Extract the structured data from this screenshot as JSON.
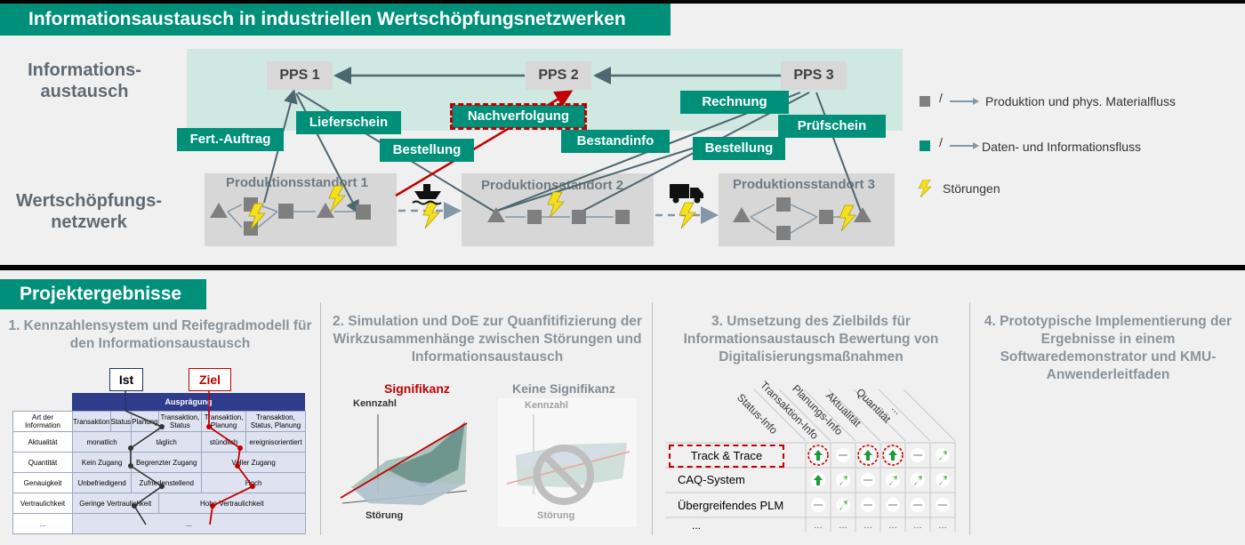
{
  "top": {
    "title": "Informationsaustausch in industriellen Wertschöpfungsnetzwerken",
    "left_label_info": "Informations-austausch",
    "left_label_net": "Wertschöpfungs-netzwerk",
    "pps": [
      "PPS 1",
      "PPS 2",
      "PPS 3"
    ],
    "flows": {
      "fert_auftrag": "Fert.-Auftrag",
      "lieferschein": "Lieferschein",
      "bestellung1": "Bestellung",
      "nachverfolgung": "Nachverfolgung",
      "bestandinfo": "Bestandinfo",
      "rechnung": "Rechnung",
      "bestellung2": "Bestellung",
      "pruefschein": "Prüfschein"
    },
    "sites": [
      "Produktionsstandort 1",
      "Produktionsstandort 2",
      "Produktionsstandort 3"
    ],
    "legend": [
      {
        "sep": "/",
        "text": "Produktion und phys. Materialfluss",
        "color": "#7f7f7f"
      },
      {
        "sep": "/",
        "text": "Daten- und Informationsfluss",
        "color": "#00907a"
      },
      {
        "sep": "",
        "text": "Störungen",
        "color": "#f5e01c"
      }
    ]
  },
  "bottom": {
    "title": "Projektergebnisse",
    "col1": {
      "heading": "1. Kennzahlensystem und Reifegradmodell für den Informationsaustausch",
      "ist": "Ist",
      "ziel": "Ziel",
      "auspraegung": "Ausprägung",
      "header_row": [
        "Art der Information",
        "Transaktion",
        "Status",
        "Planung",
        "Transaktion, Status",
        "Transaktion, Planung",
        "Transaktion, Status, Planung"
      ],
      "rows": [
        [
          "Aktualität",
          "monatlich",
          "täglich",
          "stündlich",
          "ereignisorientiert"
        ],
        [
          "Quantität",
          "Kein Zugang",
          "Begrenzter Zugang",
          "Voller Zugang"
        ],
        [
          "Genauigkeit",
          "Unbefriedigend",
          "Zufriedenstellend",
          "Hoch"
        ],
        [
          "Vertraulichkeit",
          "Geringe Vertraulichkeit",
          "Hohe Vertraulichkeit"
        ],
        [
          "...",
          "..."
        ]
      ]
    },
    "col2": {
      "heading": "2. Simulation und DoE zur Quanfitifizierung der Wirkzusammenhänge zwischen Störungen und Informationsaustausch",
      "signifikanz": "Signifikanz",
      "keine": "Keine Signifikanz",
      "kennzahl": "Kennzahl",
      "stoerung": "Störung"
    },
    "col3": {
      "heading": "3. Umsetzung des Zielbilds für Informationsaustausch Bewertung von Digitalisierungsmaßnahmen",
      "diag_labels": [
        "Status-Info",
        "Transaktion-Info",
        "Planungs-Info",
        "Aktualität",
        "Quantität",
        "..."
      ],
      "rows": [
        "Track & Trace",
        "CAQ-System",
        "Übergreifendes PLM",
        "..."
      ]
    },
    "col4": {
      "heading": "4. Prototypische Implementierung der Ergebnisse in einem Softwaredemonstrator und KMU-Anwenderleitfaden"
    }
  }
}
